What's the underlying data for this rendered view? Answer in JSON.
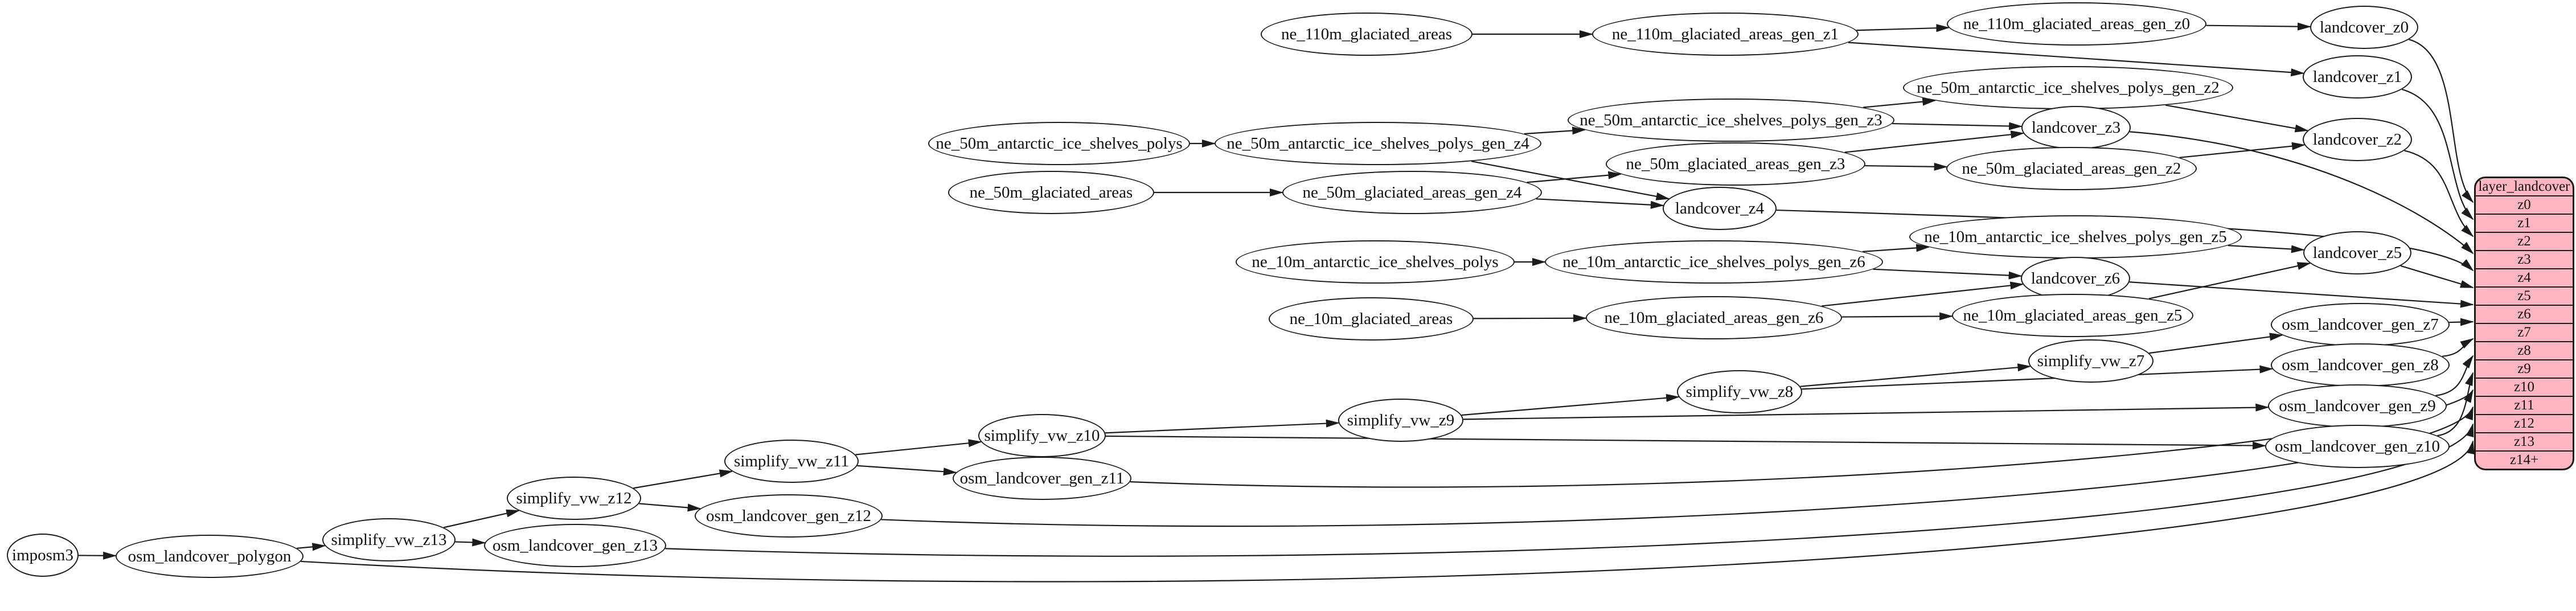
{
  "diagram": {
    "background_color": "#ffffff",
    "node_fill": "#ffffff",
    "node_stroke": "#1b1b1b",
    "edge_color": "#1b1b1b",
    "nodes": {
      "imposm3": "imposm3",
      "osm_landcover_polygon": "osm_landcover_polygon",
      "simplify_vw_z13": "simplify_vw_z13",
      "osm_landcover_gen_z13": "osm_landcover_gen_z13",
      "simplify_vw_z12": "simplify_vw_z12",
      "osm_landcover_gen_z12": "osm_landcover_gen_z12",
      "simplify_vw_z11": "simplify_vw_z11",
      "osm_landcover_gen_z11": "osm_landcover_gen_z11",
      "simplify_vw_z10": "simplify_vw_z10",
      "osm_landcover_gen_z10": "osm_landcover_gen_z10",
      "simplify_vw_z9": "simplify_vw_z9",
      "osm_landcover_gen_z9": "osm_landcover_gen_z9",
      "simplify_vw_z8": "simplify_vw_z8",
      "osm_landcover_gen_z8": "osm_landcover_gen_z8",
      "simplify_vw_z7": "simplify_vw_z7",
      "osm_landcover_gen_z7": "osm_landcover_gen_z7",
      "ne_110m_glaciated_areas": "ne_110m_glaciated_areas",
      "ne_110m_glaciated_areas_gen_z1": "ne_110m_glaciated_areas_gen_z1",
      "ne_110m_glaciated_areas_gen_z0": "ne_110m_glaciated_areas_gen_z0",
      "landcover_z0": "landcover_z0",
      "landcover_z1": "landcover_z1",
      "ne_50m_antarctic_ice_shelves_polys": "ne_50m_antarctic_ice_shelves_polys",
      "ne_50m_antarctic_ice_shelves_polys_gen_z4": "ne_50m_antarctic_ice_shelves_polys_gen_z4",
      "ne_50m_antarctic_ice_shelves_polys_gen_z3": "ne_50m_antarctic_ice_shelves_polys_gen_z3",
      "ne_50m_antarctic_ice_shelves_polys_gen_z2": "ne_50m_antarctic_ice_shelves_polys_gen_z2",
      "landcover_z2": "landcover_z2",
      "landcover_z3": "landcover_z3",
      "landcover_z4": "landcover_z4",
      "ne_50m_glaciated_areas": "ne_50m_glaciated_areas",
      "ne_50m_glaciated_areas_gen_z4": "ne_50m_glaciated_areas_gen_z4",
      "ne_50m_glaciated_areas_gen_z3": "ne_50m_glaciated_areas_gen_z3",
      "ne_50m_glaciated_areas_gen_z2": "ne_50m_glaciated_areas_gen_z2",
      "ne_10m_antarctic_ice_shelves_polys": "ne_10m_antarctic_ice_shelves_polys",
      "ne_10m_antarctic_ice_shelves_polys_gen_z6": "ne_10m_antarctic_ice_shelves_polys_gen_z6",
      "ne_10m_antarctic_ice_shelves_polys_gen_z5": "ne_10m_antarctic_ice_shelves_polys_gen_z5",
      "landcover_z5": "landcover_z5",
      "landcover_z6": "landcover_z6",
      "ne_10m_glaciated_areas": "ne_10m_glaciated_areas",
      "ne_10m_glaciated_areas_gen_z6": "ne_10m_glaciated_areas_gen_z6",
      "ne_10m_glaciated_areas_gen_z5": "ne_10m_glaciated_areas_gen_z5"
    },
    "table": {
      "title": "layer_landcover",
      "fill": "#ffb6c1",
      "border": "#1b1b1b",
      "rows": [
        "z0",
        "z1",
        "z2",
        "z3",
        "z4",
        "z5",
        "z6",
        "z7",
        "z8",
        "z9",
        "z10",
        "z11",
        "z12",
        "z13",
        "z14+"
      ]
    },
    "edges": [
      "ne_110m_glaciated_areas -> ne_110m_glaciated_areas_gen_z1",
      "ne_110m_glaciated_areas_gen_z1 -> ne_110m_glaciated_areas_gen_z0",
      "ne_110m_glaciated_areas_gen_z1 -> landcover_z1",
      "ne_110m_glaciated_areas_gen_z0 -> landcover_z0",
      "ne_50m_antarctic_ice_shelves_polys -> ne_50m_antarctic_ice_shelves_polys_gen_z4",
      "ne_50m_antarctic_ice_shelves_polys_gen_z4 -> ne_50m_antarctic_ice_shelves_polys_gen_z3",
      "ne_50m_antarctic_ice_shelves_polys_gen_z4 -> landcover_z4",
      "ne_50m_antarctic_ice_shelves_polys_gen_z3 -> ne_50m_antarctic_ice_shelves_polys_gen_z2",
      "ne_50m_antarctic_ice_shelves_polys_gen_z3 -> landcover_z3",
      "ne_50m_antarctic_ice_shelves_polys_gen_z2 -> landcover_z2",
      "ne_50m_glaciated_areas -> ne_50m_glaciated_areas_gen_z4",
      "ne_50m_glaciated_areas_gen_z4 -> ne_50m_glaciated_areas_gen_z3",
      "ne_50m_glaciated_areas_gen_z4 -> landcover_z4",
      "ne_50m_glaciated_areas_gen_z3 -> ne_50m_glaciated_areas_gen_z2",
      "ne_50m_glaciated_areas_gen_z3 -> landcover_z3",
      "ne_50m_glaciated_areas_gen_z2 -> landcover_z2",
      "ne_10m_antarctic_ice_shelves_polys -> ne_10m_antarctic_ice_shelves_polys_gen_z6",
      "ne_10m_antarctic_ice_shelves_polys_gen_z6 -> ne_10m_antarctic_ice_shelves_polys_gen_z5",
      "ne_10m_antarctic_ice_shelves_polys_gen_z6 -> landcover_z6",
      "ne_10m_antarctic_ice_shelves_polys_gen_z5 -> landcover_z5",
      "ne_10m_glaciated_areas -> ne_10m_glaciated_areas_gen_z6",
      "ne_10m_glaciated_areas_gen_z6 -> ne_10m_glaciated_areas_gen_z5",
      "ne_10m_glaciated_areas_gen_z6 -> landcover_z6",
      "ne_10m_glaciated_areas_gen_z5 -> landcover_z5",
      "imposm3 -> osm_landcover_polygon",
      "osm_landcover_polygon -> simplify_vw_z13",
      "simplify_vw_z13 -> simplify_vw_z12",
      "simplify_vw_z13 -> osm_landcover_gen_z13",
      "simplify_vw_z12 -> simplify_vw_z11",
      "simplify_vw_z12 -> osm_landcover_gen_z12",
      "simplify_vw_z11 -> simplify_vw_z10",
      "simplify_vw_z11 -> osm_landcover_gen_z11",
      "simplify_vw_z10 -> simplify_vw_z9",
      "simplify_vw_z10 -> osm_landcover_gen_z10",
      "simplify_vw_z9 -> simplify_vw_z8",
      "simplify_vw_z9 -> osm_landcover_gen_z9",
      "simplify_vw_z8 -> simplify_vw_z7",
      "simplify_vw_z8 -> osm_landcover_gen_z8",
      "simplify_vw_z7 -> osm_landcover_gen_z7",
      "landcover_z0 -> z0",
      "landcover_z1 -> z1",
      "landcover_z2 -> z2",
      "landcover_z3 -> z3",
      "landcover_z4 -> z4",
      "landcover_z5 -> z5",
      "landcover_z6 -> z6",
      "osm_landcover_gen_z7 -> z7",
      "osm_landcover_gen_z8 -> z8",
      "osm_landcover_gen_z9 -> z9",
      "osm_landcover_gen_z10 -> z10",
      "osm_landcover_gen_z11 -> z11",
      "osm_landcover_gen_z12 -> z12",
      "osm_landcover_gen_z13 -> z13",
      "osm_landcover_polygon -> z14+"
    ]
  }
}
